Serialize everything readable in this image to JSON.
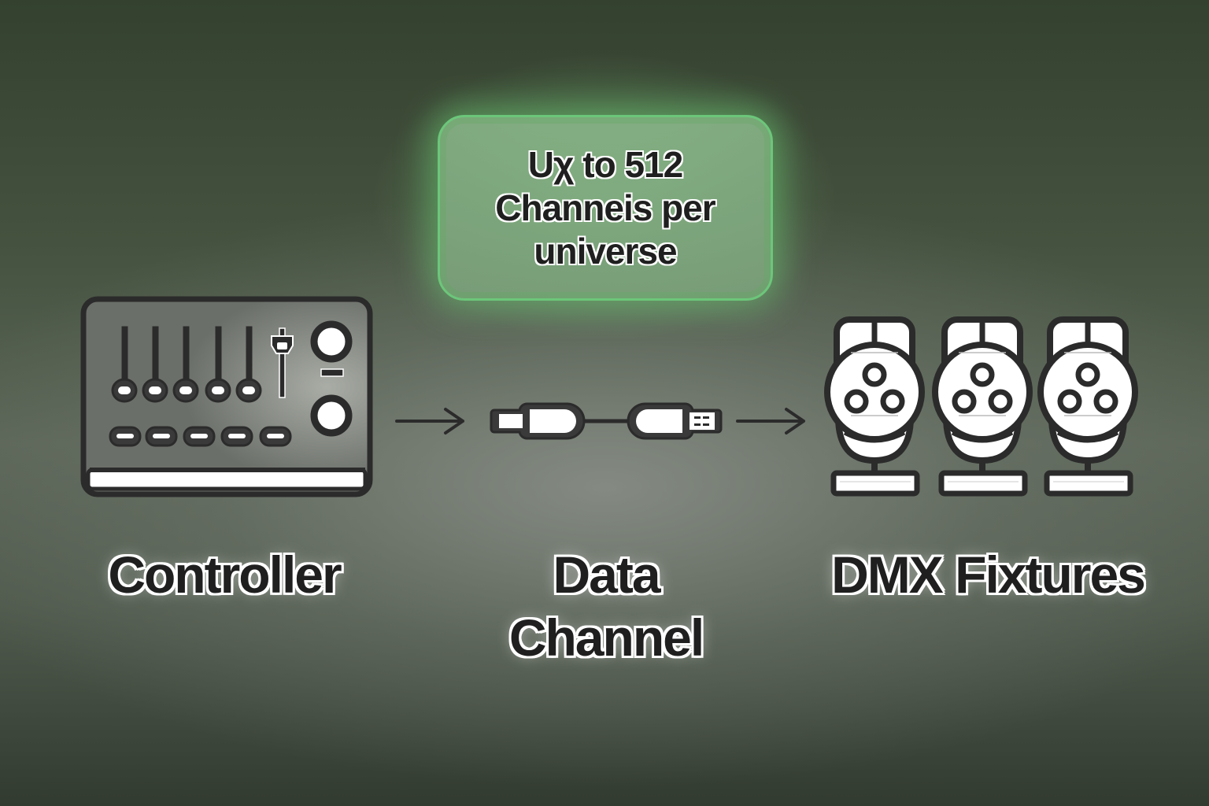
{
  "diagram": {
    "type": "flow",
    "callout": {
      "lines": [
        "Uχ to 512",
        "Channeis per",
        "universe"
      ],
      "accent_color": "#6cc67a"
    },
    "nodes": [
      {
        "id": "controller",
        "label": "Controller",
        "icon": "lighting-console-icon"
      },
      {
        "id": "data-channel",
        "label_lines": [
          "Data",
          "Channel"
        ],
        "icon": "usb-cable-icon"
      },
      {
        "id": "fixtures",
        "label": "DMX Fixtures",
        "icon": "spotlight-fixtures-icon",
        "count": 3
      }
    ],
    "edges": [
      {
        "from": "controller",
        "to": "data-channel",
        "icon": "arrow-right-icon"
      },
      {
        "from": "data-channel",
        "to": "fixtures",
        "icon": "arrow-right-icon"
      }
    ],
    "colors": {
      "background_dark": "#34412f",
      "background_mid": "#5c6658",
      "stroke": "#2b2b2b",
      "fill_light": "#ffffff"
    }
  }
}
